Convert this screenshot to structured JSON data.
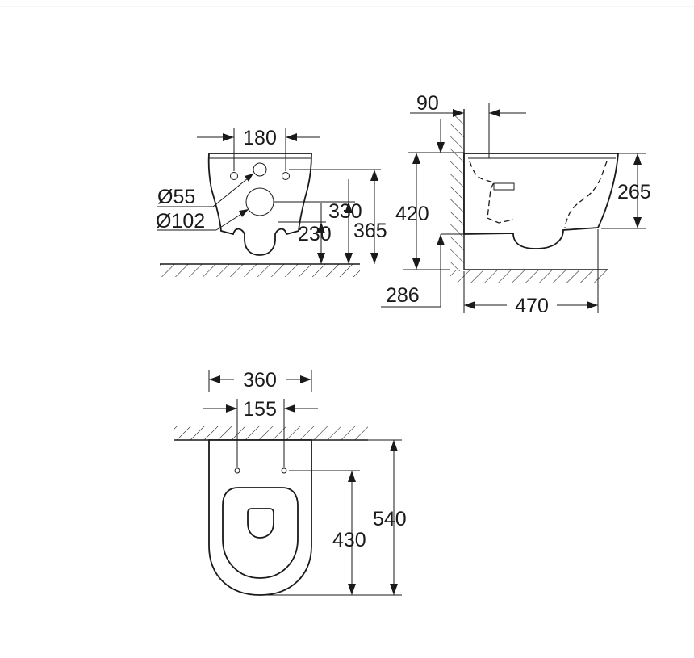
{
  "front_view": {
    "hole_spacing": "180",
    "small_hole_diameter": "Ø55",
    "large_hole_diameter": "Ø102",
    "outlet_height": "230",
    "large_hole_height": "330",
    "fixing_height": "365"
  },
  "side_view": {
    "wall_offset": "90",
    "rim_height": "420",
    "bowl_height": "265",
    "outlet_height": "286",
    "projection": "470"
  },
  "top_view": {
    "overall_width": "360",
    "fixing_spacing": "155",
    "fixing_to_front": "430",
    "overall_length": "540"
  }
}
